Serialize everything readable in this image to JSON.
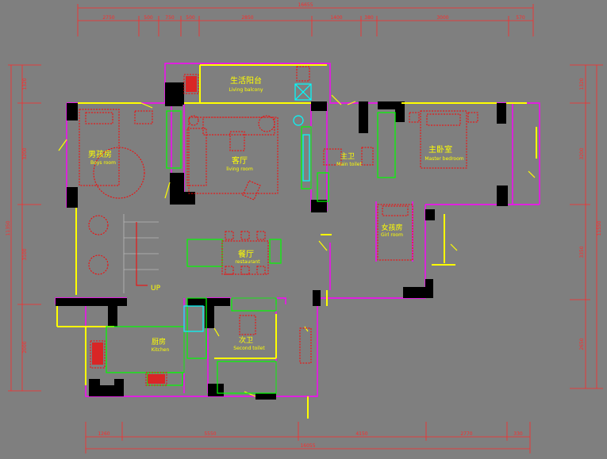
{
  "colors": {
    "background": "#7f7f7f",
    "wall": "#000000",
    "wall_outline": "#ff00ff",
    "window": "#ffff00",
    "dimension": "#ff2a2a",
    "furniture": "#ff0000",
    "cabinet": "#00ff00",
    "fixture": "#00ffff"
  },
  "rooms": {
    "balcony_cn": "生活阳台",
    "balcony_en": "Living balcony",
    "living_cn": "客厅",
    "living_en": "living room",
    "boys_cn": "男孩房",
    "boys_en": "Boys room",
    "main_toilet_cn": "主卫",
    "main_toilet_en": "Main toilet",
    "master_cn": "主卧室",
    "master_en": "Master bedroom",
    "girl_cn": "女孩房",
    "girl_en": "Girl room",
    "restaurant_cn": "餐厅",
    "restaurant_en": "restaurant",
    "kitchen_cn": "厨房",
    "kitchen_en": "Kitchen",
    "second_toilet_cn": "次卫",
    "second_toilet_en": "Second toilet",
    "stair_up": "UP"
  },
  "dimensions": {
    "top_total": "16655",
    "top_segments": [
      "2750",
      "500",
      "750",
      "500",
      "2850",
      "1400",
      "380",
      "3000",
      "570"
    ],
    "bottom_total": "16055",
    "bottom_segments": [
      "1260",
      "5550",
      "4150",
      "2770",
      "330"
    ],
    "left_total": "11350",
    "left_segments": [
      "1320",
      "3200",
      "3100",
      "2000"
    ],
    "right_total": "11550",
    "right_segments": [
      "1320",
      "3200",
      "3350",
      "2650"
    ]
  }
}
